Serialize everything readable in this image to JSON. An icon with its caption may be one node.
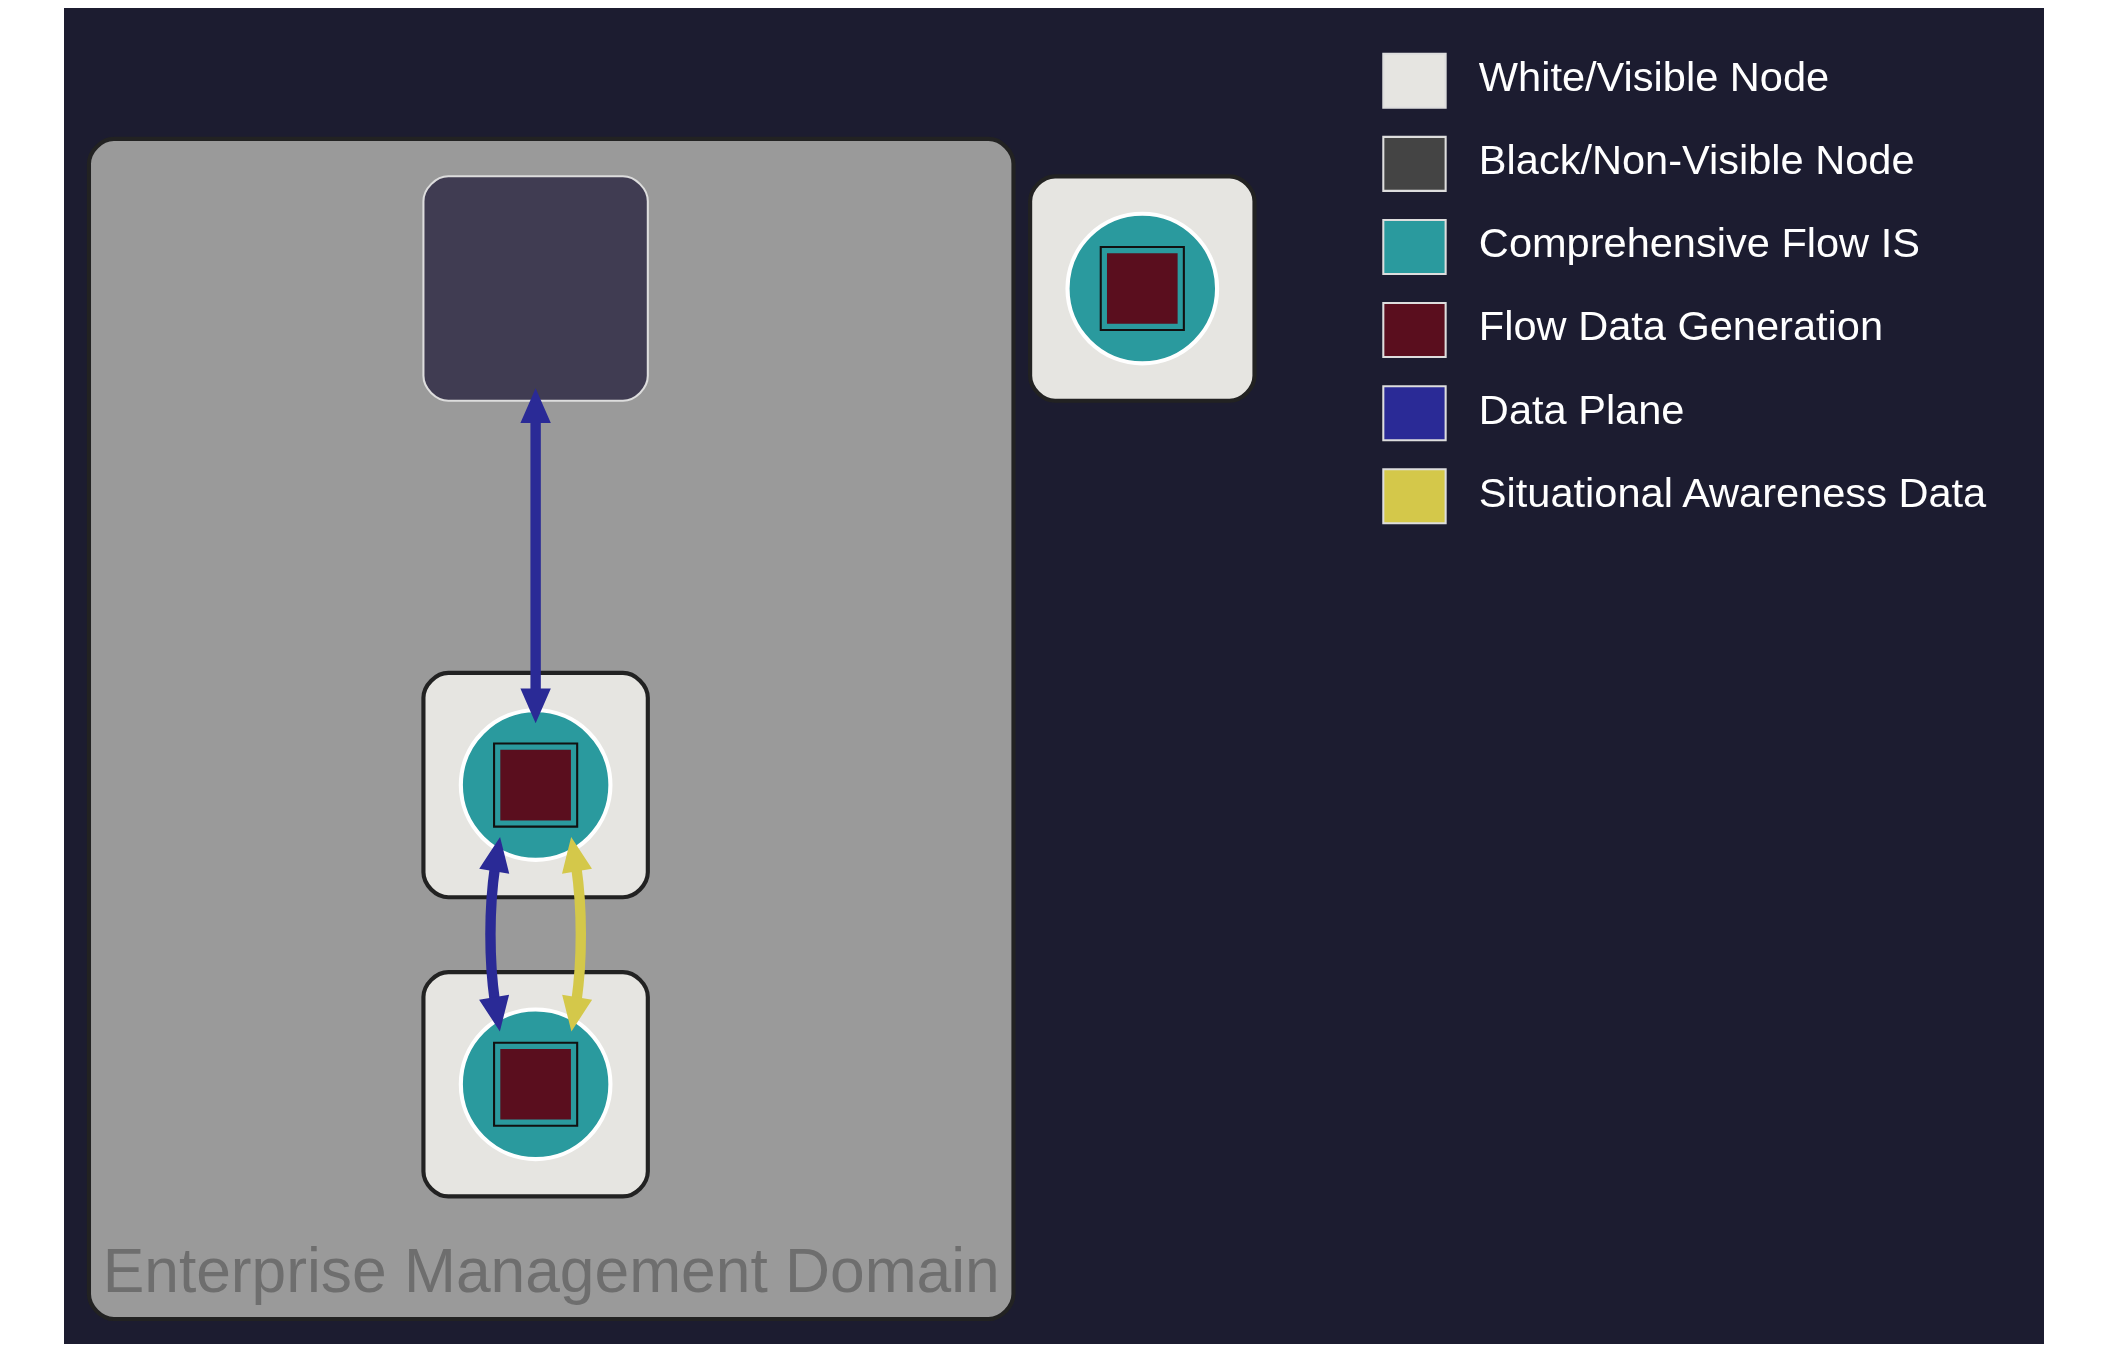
{
  "diagram": {
    "nodes": [
      {
        "text": [
          "Enterprise Management Domain"
        ]
      },
      {
        "text": [],
        "shape": "box",
        "in": 0
      },
      {
        "text": [],
        "shape": "circle",
        "in": 1
      },
      {
        "text": [],
        "shape": "box",
        "in": 0
      },
      {
        "text": [],
        "shape": "box",
        "in": 0
      },
      {
        "text": [],
        "shape": "circle",
        "in": 4
      },
      {
        "text": [],
        "shape": "box"
      },
      {
        "text": [],
        "shape": "circle",
        "in": 6
      }
    ],
    "edges": [
      {
        "from": 3,
        "to": 2,
        "arrow": "both"
      },
      {
        "from": 2,
        "to": 5,
        "arrow": "both",
        "color": "#d4c84a"
      },
      {
        "from": 5,
        "to": 2,
        "arrow": "both"
      }
    ],
    "legend": [
      {
        "text": "White/Visible Node",
        "color": "#e6e5e1"
      },
      {
        "text": "Black/Non-Visible Node",
        "color": "#444444"
      },
      {
        "text": "Comprehensive Flow IS",
        "color": "#2a9a9e"
      },
      {
        "text": "Flow Data Generation",
        "color": "#5a0e1e"
      },
      {
        "text": "Data Plane",
        "color": "#2a2a96"
      },
      {
        "text": "Situational Awareness Data",
        "color": "#d4c84a"
      }
    ]
  }
}
